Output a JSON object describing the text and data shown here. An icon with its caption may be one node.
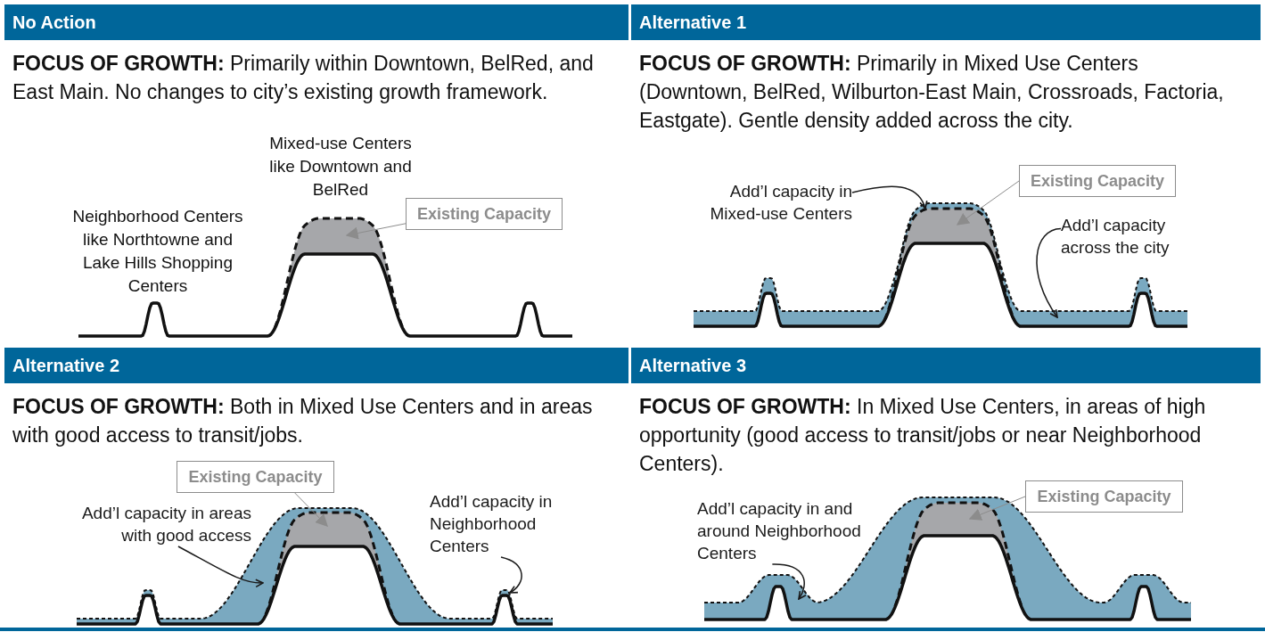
{
  "diagram": {
    "nodes": [
      {
        "text": [
          "No Action",
          "**FOCUS OF GROWTH:** Primarily within Downtown, BelRed, and East Main. No changes to city’s existing growth framework."
        ]
      },
      {
        "text": [
          "Existing Capacity"
        ],
        "in": 0
      },
      {
        "text": [
          "Alternative 1",
          "**FOCUS OF GROWTH:** Primarily in Mixed Use Centers (Downtown, BelRed, Wilburton-East Main, Crossroads, Factoria, Eastgate). Gentle density added across the city."
        ]
      },
      {
        "text": [
          "Existing Capacity"
        ],
        "in": 2
      },
      {
        "text": [
          "Add’l capacity in Mixed-use Centers"
        ],
        "in": 2
      },
      {
        "text": [
          "Add’l capacity across the city"
        ],
        "in": 2
      },
      {
        "text": [
          "Alternative 2",
          "**FOCUS OF GROWTH:** Both in Mixed Use Centers and in areas with good access to transit/jobs."
        ]
      },
      {
        "text": [
          "Existing Capacity"
        ],
        "in": 6
      },
      {
        "text": [
          "Add’l capacity in areas with good access"
        ],
        "in": 6
      },
      {
        "text": [
          "Add’l capacity in Neighborhood Centers"
        ],
        "in": 6
      },
      {
        "text": [
          "Alternative 3",
          "**FOCUS OF GROWTH:** In Mixed Use Centers, in areas of high opportunity (good access to transit/jobs or near Neighborhood Centers)."
        ]
      },
      {
        "text": [
          "Existing Capacity"
        ],
        "in": 10
      },
      {
        "text": [
          "Add’l capacity in and around Neighborhood Centers"
        ],
        "in": 10
      }
    ],
    "edges": [
      {
        "from": 1,
        "to": null,
        "arrow": "to",
        "color": "#8c8c8c"
      },
      {
        "from": 3,
        "to": null,
        "arrow": "to",
        "color": "#8c8c8c"
      },
      {
        "from": 4,
        "to": null,
        "arrow": "to"
      },
      {
        "from": 5,
        "to": null,
        "arrow": "to"
      },
      {
        "from": 7,
        "to": null,
        "arrow": "to",
        "color": "#8c8c8c"
      },
      {
        "from": 8,
        "to": null,
        "arrow": "to"
      },
      {
        "from": 9,
        "to": null,
        "arrow": "to"
      },
      {
        "from": 11,
        "to": null,
        "arrow": "to",
        "color": "#8c8c8c"
      },
      {
        "from": 12,
        "to": null,
        "arrow": "to"
      }
    ],
    "labels": [
      "Mixed-use Centers like Downtown and BelRed",
      "Neighborhood Centers like Northtowne and Lake Hills Shopping Centers"
    ]
  }
}
